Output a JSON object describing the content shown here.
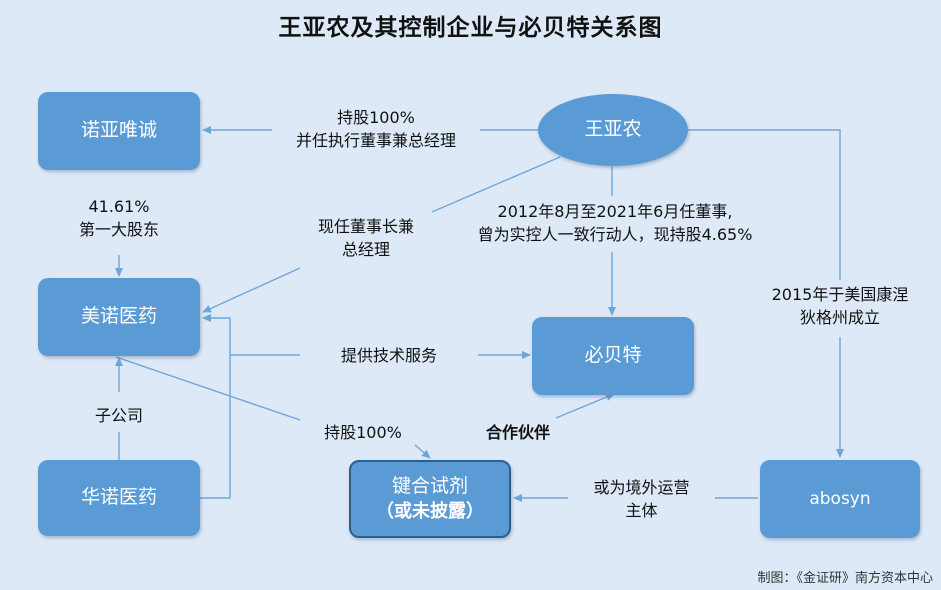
{
  "title": "王亚农及其控制企业与必贝特关系图",
  "nodes": {
    "nuoyaweicheng": "诺亚唯诚",
    "meinuo": "美诺医药",
    "huanuo": "华诺医药",
    "wangyanong": "王亚农",
    "bibeite": "必贝特",
    "jianhe_line1": "键合试剂",
    "jianhe_line2": "（或未披露）",
    "abosyn": "abosyn"
  },
  "labels": {
    "hold100_a": "持股100%",
    "exec_director": "并任执行董事兼总经理",
    "pct_41": "41.61%",
    "largest_holder": "第一大股东",
    "chairman_1": "现任董事长兼",
    "chairman_2": "总经理",
    "director_1": "2012年8月至2021年6月任董事,",
    "director_2": "曾为实控人一致行动人，现持股4.65%",
    "us_1": "2015年于美国康涅",
    "us_2": "狄格州成立",
    "tech_service": "提供技术服务",
    "subsidiary": "子公司",
    "hold100_b": "持股100%",
    "partner": "合作伙伴",
    "overseas_1": "或为境外运营",
    "overseas_2": "主体"
  },
  "footer": "制图：《金证研》南方资本中心",
  "colors": {
    "background": "#dde9f7",
    "node_fill": "#5b9bd5",
    "line": "#6ea6dc"
  }
}
